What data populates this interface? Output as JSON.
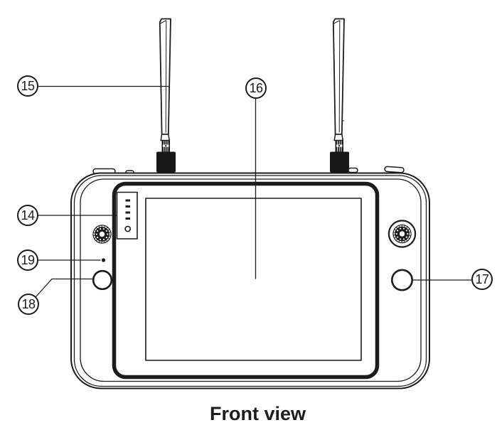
{
  "figure": {
    "caption": "Front view",
    "callouts": [
      {
        "label": "15",
        "points_to": "left-antenna"
      },
      {
        "label": "16",
        "points_to": "touchscreen"
      },
      {
        "label": "14",
        "points_to": "led-indicator-panel"
      },
      {
        "label": "19",
        "points_to": "indicator-dot"
      },
      {
        "label": "18",
        "points_to": "left-round-button"
      },
      {
        "label": "17",
        "points_to": "right-round-button"
      }
    ]
  }
}
